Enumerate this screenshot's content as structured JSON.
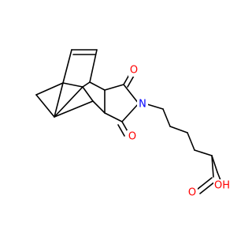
{
  "molecule": {
    "atom_labels": {
      "o_top": "O",
      "o_bottom": "O",
      "n_imide": "N",
      "o_acid": "O",
      "oh_acid": "OH"
    },
    "colors": {
      "bond": "#000000",
      "oxygen": "#ff0000",
      "nitrogen": "#0000ff",
      "background": "#ffffff"
    }
  }
}
